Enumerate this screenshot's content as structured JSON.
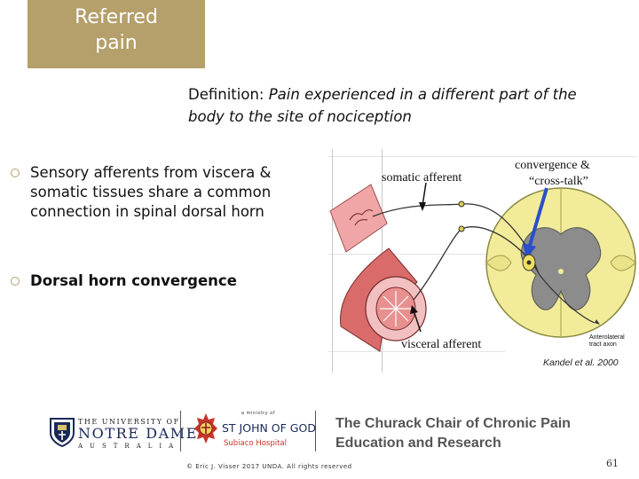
{
  "slide": {
    "title": [
      "Referred",
      "pain"
    ],
    "definition_label": "Definition:",
    "definition_text": "Pain experienced in a different part of the body to the site of nociception",
    "bullets": [
      "Sensory afferents from viscera & somatic tissues share a common connection in spinal dorsal horn",
      "Dorsal horn convergence"
    ]
  },
  "figure": {
    "labels": {
      "somatic": "somatic afferent",
      "convergence": "convergence &",
      "crosstalk": "“cross-talk”",
      "visceral": "visceral afferent",
      "anterolateral1": "Anterolateral",
      "anterolateral2": "tract axon",
      "citation": "Kandel et al. 2000"
    },
    "colors": {
      "spinal_cord": "#f2ec9a",
      "gray_matter": "#8c8c8c",
      "skin": "#f0a6a6",
      "viscera": "#d96b6b",
      "arrow": "#2a4fc9"
    }
  },
  "footer": {
    "nd_line1": "THE UNIVERSITY OF",
    "nd_line2": "NOTRE DAME",
    "nd_line3": "AUSTRALIA",
    "sjg_line0": "a ministry of",
    "sjg_line1": "ST JOHN OF GOD",
    "sjg_line2": "Subiaco Hospital",
    "churack_line1": "The Churack Chair of Chronic Pain",
    "churack_line2": "Education and Research",
    "copyright": "© Eric J. Visser 2017 UNDA. All rights reserved",
    "page_number": "61"
  },
  "theme": {
    "accent": "#b59f6a"
  }
}
